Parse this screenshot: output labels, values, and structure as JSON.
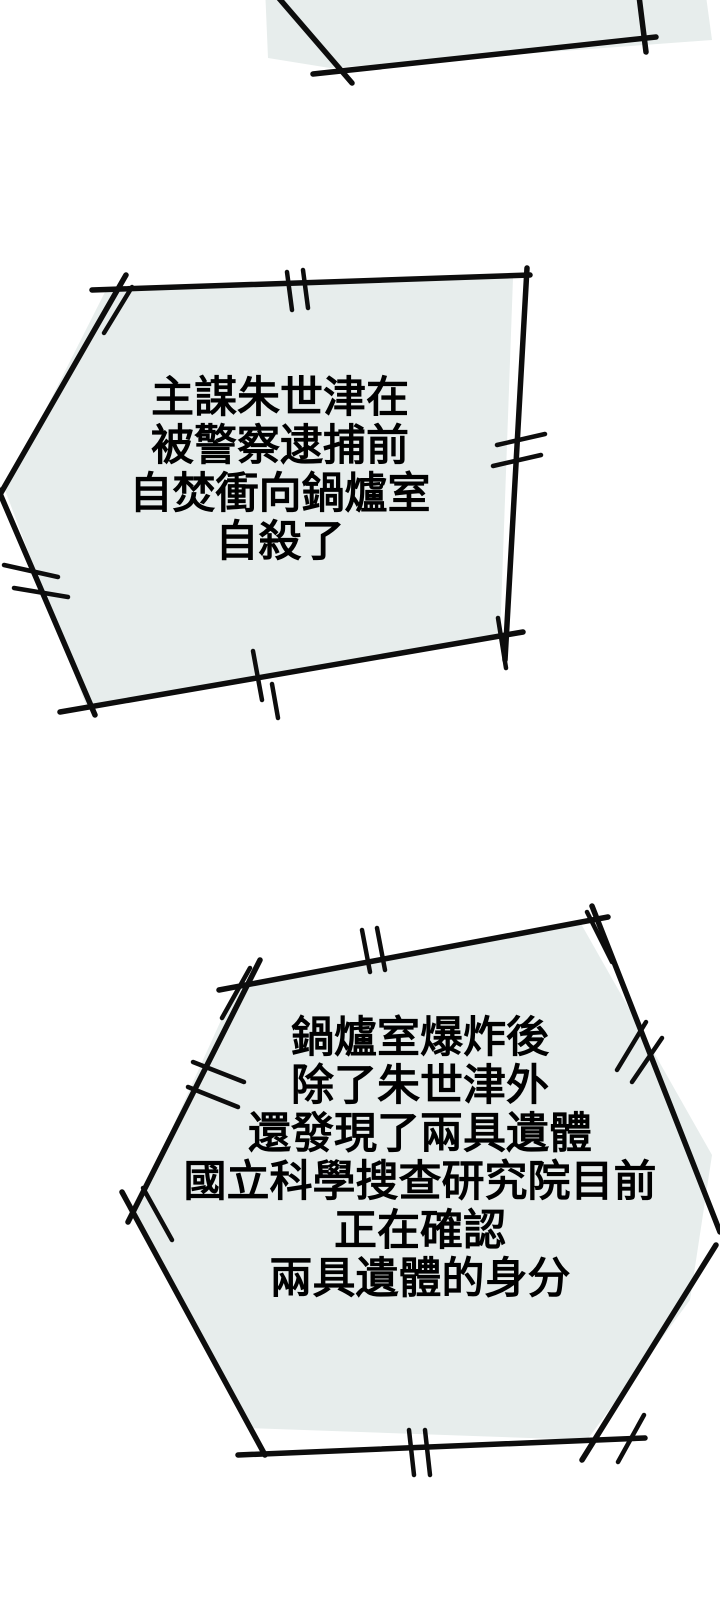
{
  "scene": {
    "type": "comic-panel",
    "background_color": "#ffffff",
    "bubble_fill_color": "#e7edec",
    "bubble_stroke_color": "#0d0d0d",
    "text_color": "#000000"
  },
  "bubbles": [
    {
      "id": "bubble-top-partial",
      "shape": "polygon",
      "partial": true,
      "note": "cut off at top edge of panel",
      "lines": []
    },
    {
      "id": "bubble-one",
      "shape": "hexagon",
      "partial": false,
      "lines": [
        "主謀朱世津在",
        "被警察逮捕前",
        "自焚衝向鍋爐室",
        "自殺了"
      ]
    },
    {
      "id": "bubble-two",
      "shape": "hexagon",
      "partial": false,
      "lines": [
        "鍋爐室爆炸後",
        "除了朱世津外",
        "還發現了兩具遺體",
        "國立科學搜查研究院目前",
        "正在確認",
        "兩具遺體的身分"
      ]
    }
  ]
}
